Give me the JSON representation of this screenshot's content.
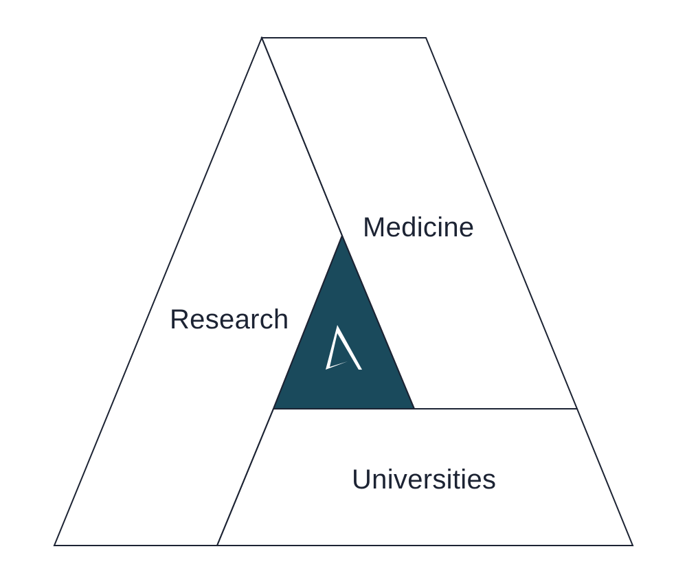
{
  "diagram": {
    "title": "",
    "segments": [
      {
        "id": "research",
        "label": "Research"
      },
      {
        "id": "medicine",
        "label": "Medicine"
      },
      {
        "id": "universities",
        "label": "Universities"
      }
    ],
    "center": {
      "logo": "a-logo-icon",
      "fill": "#1a4a5c"
    },
    "colors": {
      "stroke": "#1c2333",
      "center_fill": "#1a4a5c",
      "logo": "#ffffff",
      "text": "#1c2333"
    }
  }
}
